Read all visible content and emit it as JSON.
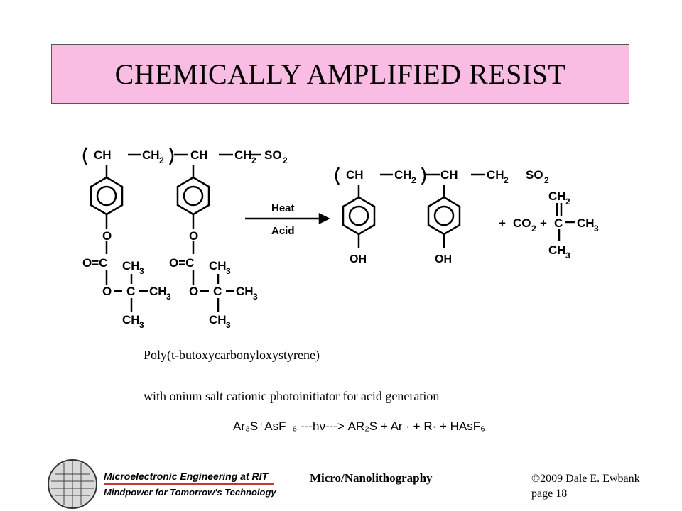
{
  "slide": {
    "title": "CHEMICALLY AMPLIFIED  RESIST",
    "captions": {
      "polymer_name": "Poly(t-butoxycarbonyloxystyrene)",
      "photoinitiator": "with onium salt cationic photoinitiator for acid generation"
    }
  },
  "scheme": {
    "reactant_backbone": "(CH—CH₂)CH—CH₂—SO₂",
    "arrow_top": "Heat",
    "arrow_bottom": "Acid",
    "product_backbone": "(CH—CH₂)CH—CH₂—SO₂",
    "oh_label": "OH",
    "byproducts": "+ CO₂ + C(CH₂)(CH₃)₂",
    "labels": {
      "o": "O",
      "c": "C",
      "ch2": "CH₂",
      "ch3": "CH₃",
      "oc": "O=C",
      "plus": "+",
      "co2": "CO₂"
    }
  },
  "equation": {
    "text": "Ar₃S⁺AsF⁻₆  ---hν--->  AR₂S + Ar · + R· + HAsF₆"
  },
  "footer": {
    "logo_line1": "Microelectronic Engineering at RIT",
    "logo_line2": "Mindpower for Tomorrow's Technology",
    "course": "Micro/Nanolithography",
    "copyright": "©2009 Dale E. Ewbank",
    "page": "page 18"
  },
  "colors": {
    "title_background": "#f9bde3",
    "logo_accent": "#c0392b"
  }
}
